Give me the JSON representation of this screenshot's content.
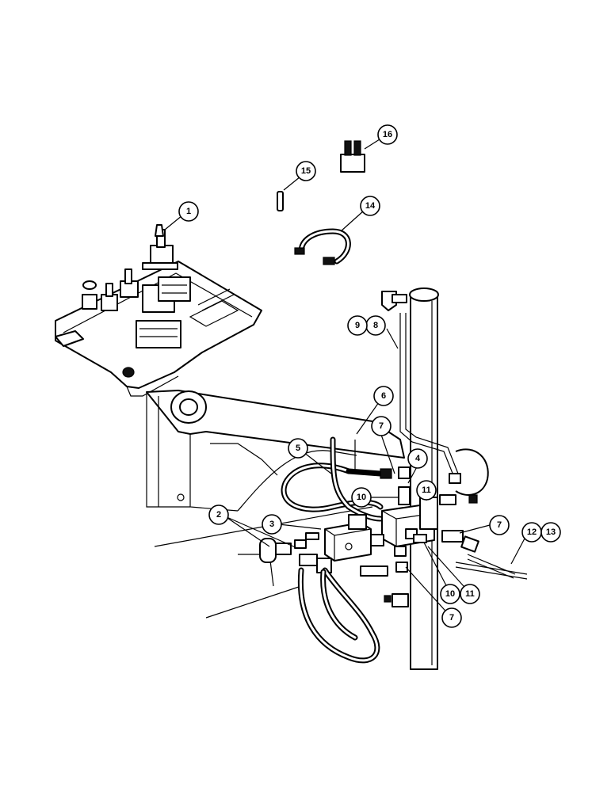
{
  "callouts": [
    {
      "id": "c1",
      "label": "1"
    },
    {
      "id": "c2",
      "label": "2"
    },
    {
      "id": "c3",
      "label": "3"
    },
    {
      "id": "c4",
      "label": "4"
    },
    {
      "id": "c5",
      "label": "5"
    },
    {
      "id": "c6",
      "label": "6"
    },
    {
      "id": "c7a",
      "label": "7"
    },
    {
      "id": "c7b",
      "label": "7"
    },
    {
      "id": "c7c",
      "label": "7"
    },
    {
      "id": "c8",
      "label": "8"
    },
    {
      "id": "c9",
      "label": "9"
    },
    {
      "id": "c10a",
      "label": "10"
    },
    {
      "id": "c10b",
      "label": "10"
    },
    {
      "id": "c11a",
      "label": "11"
    },
    {
      "id": "c11b",
      "label": "11"
    },
    {
      "id": "c12",
      "label": "12"
    },
    {
      "id": "c13",
      "label": "13"
    },
    {
      "id": "c14",
      "label": "14"
    },
    {
      "id": "c15",
      "label": "15"
    },
    {
      "id": "c16",
      "label": "16"
    }
  ]
}
